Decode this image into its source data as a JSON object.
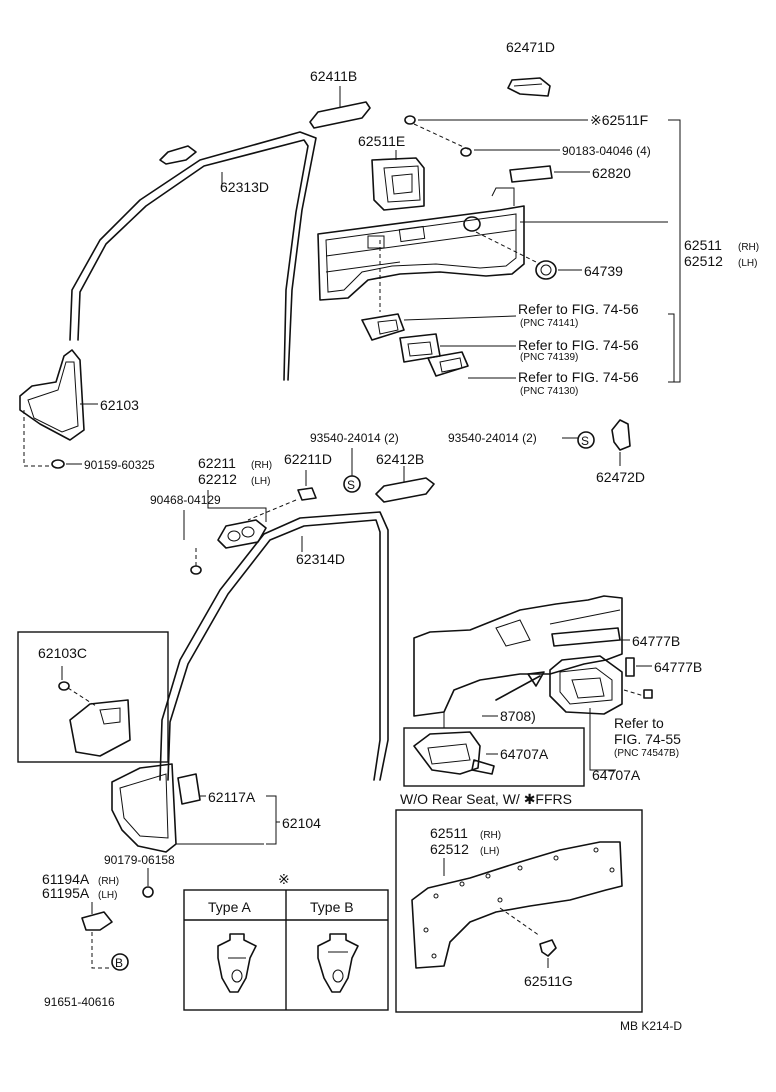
{
  "labels": {
    "p62471D": "62471D",
    "p62411B": "62411B",
    "p62511F": "※62511F",
    "p62511E": "62511E",
    "p90183": "90183-04046 (4)",
    "p62820": "62820",
    "p62313D": "62313D",
    "p62511": "62511",
    "p62512": "62512",
    "rh": "(RH)",
    "lh": "(LH)",
    "p64739": "64739",
    "refer1": "Refer to FIG. 74-56",
    "pnc1": "(PNC 74141)",
    "refer2": "Refer to FIG. 74-56",
    "pnc2": "(PNC 74139)",
    "refer3": "Refer to FIG. 74-56",
    "pnc3": "(PNC 74130)",
    "p62103": "62103",
    "p90159": "90159-60325",
    "p93540a": "93540-24014 (2)",
    "p93540b": "93540-24014 (2)",
    "p62472D": "62472D",
    "p62211": "62211",
    "p62212": "62212",
    "p62211D": "62211D",
    "p62412B": "62412B",
    "p90468": "90468-04129",
    "p62314D": "62314D",
    "p62103C": "62103C",
    "p64777B_1": "64777B",
    "p64777B_2": "64777B",
    "p8708": "8708)",
    "referB": "Refer to",
    "figB": "FIG. 74-55",
    "pncB": "(PNC 74547B)",
    "p64707A_box": "64707A",
    "p64707A": "64707A",
    "wo": "W/O Rear Seat, W/ ✱FFRS",
    "p62117A": "62117A",
    "p62104": "62104",
    "p90179": "90179-06158",
    "p61194A": "61194A",
    "p61195A": "61195A",
    "p62511b": "62511",
    "p62512b": "62512",
    "p62511G": "62511G",
    "clip_mark": "※",
    "typeA": "Type A",
    "typeB": "Type B",
    "p91651": "91651-40616",
    "code": "MB  K214-D",
    "s1": "S",
    "s2": "S",
    "b1": "B"
  }
}
